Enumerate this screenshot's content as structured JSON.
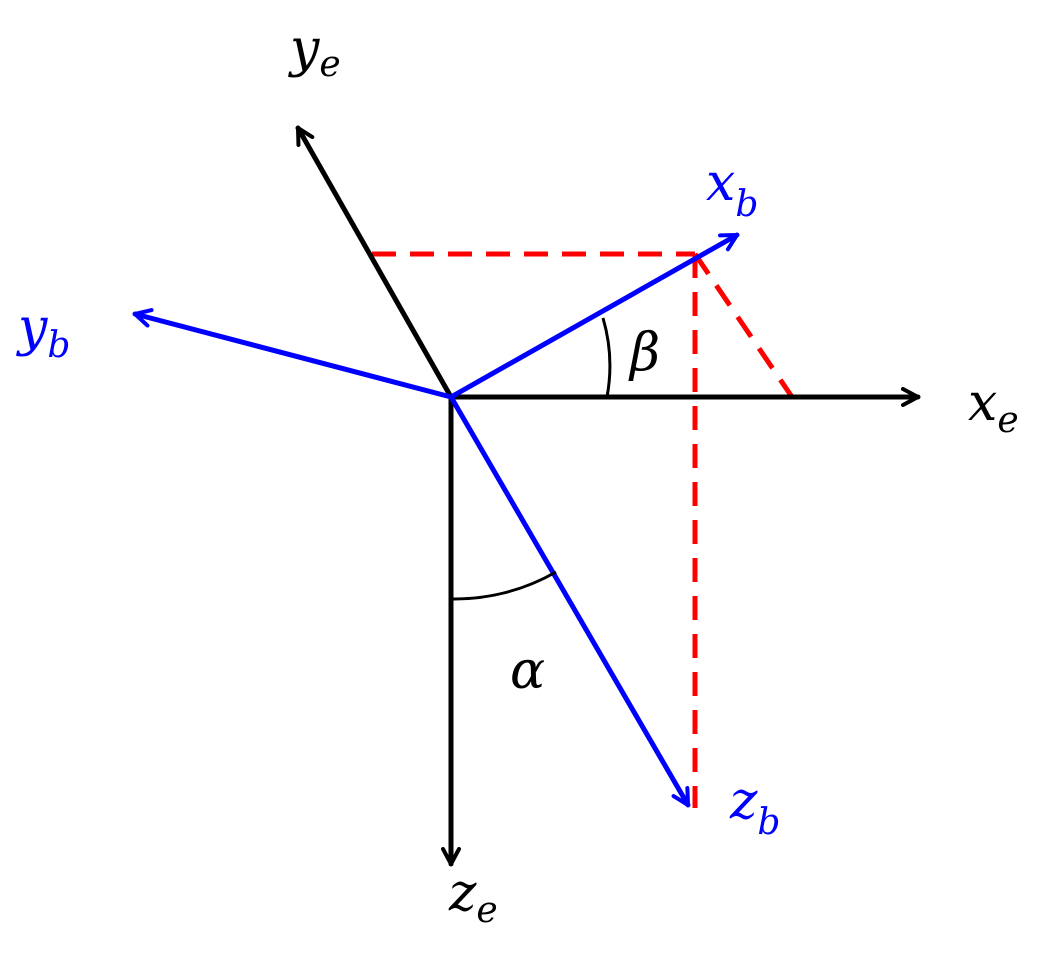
{
  "colors": {
    "earth_frame": "#000000",
    "body_frame": "#0000ff",
    "projection": "#ff0000"
  },
  "earth_axes": {
    "x": {
      "symbol": "x",
      "subscript": "e"
    },
    "y": {
      "symbol": "y",
      "subscript": "e"
    },
    "z": {
      "symbol": "z",
      "subscript": "e"
    }
  },
  "body_axes": {
    "x": {
      "symbol": "x",
      "subscript": "b"
    },
    "y": {
      "symbol": "y",
      "subscript": "b"
    },
    "z": {
      "symbol": "z",
      "subscript": "b"
    }
  },
  "angles": {
    "alpha": "α",
    "beta": "β"
  }
}
